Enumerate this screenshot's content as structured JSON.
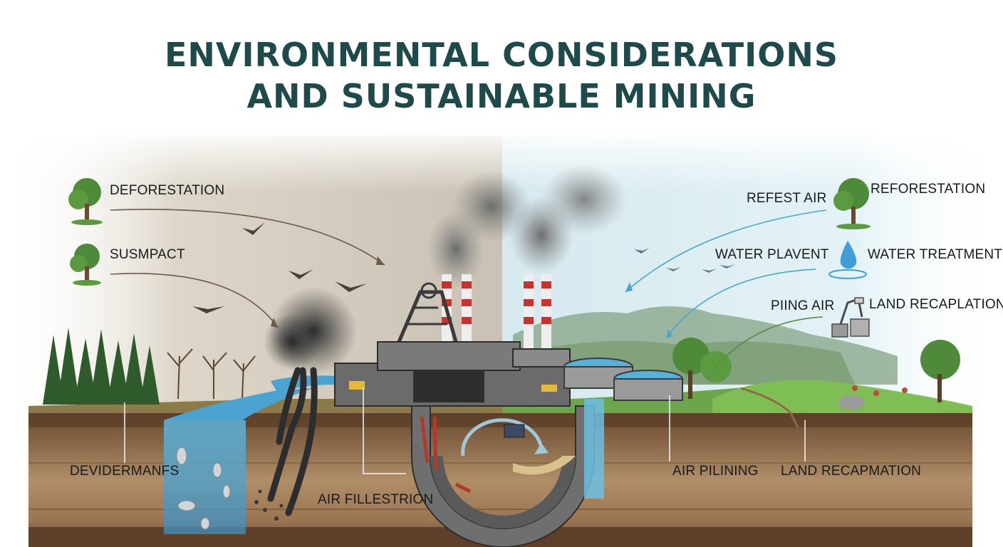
{
  "title": {
    "line1": "ENVIRONMENTAL CONSIDERATIONS",
    "line2": "AND SUSTAINABLE MINING"
  },
  "left_labels": {
    "deforestation": "DEFORESTATION",
    "susmpact": "SUSMPACT",
    "devidermanfs": "DEVIDERMANFS",
    "air_fillestrion": "AIR FILLESTRION"
  },
  "right_labels": {
    "refest_air": "REFEST AIR",
    "reforestation": "REFORESTATION",
    "water_plavent": "WATER PLAVENT",
    "water_treatment": "WATER TREATMENT",
    "piling_air": "PIING AIR",
    "land_recaplation": "LAND RECAPLATION",
    "air_pilining": "AIR PILINING",
    "land_recapmation": "LAND RECAPMATION"
  },
  "colors": {
    "title": "#1f4a4c",
    "polluted_sky": "#cfc8bb",
    "clean_sky": "#d8eef4",
    "water": "#4aa3d0",
    "arrow_left": "#6b5a4a",
    "arrow_right": "#4aa6c8",
    "stack_red": "#c8322f"
  },
  "icons": [
    "tree-icon",
    "water-drop-icon",
    "machinery-icon",
    "bird-icon",
    "smoke-icon"
  ]
}
